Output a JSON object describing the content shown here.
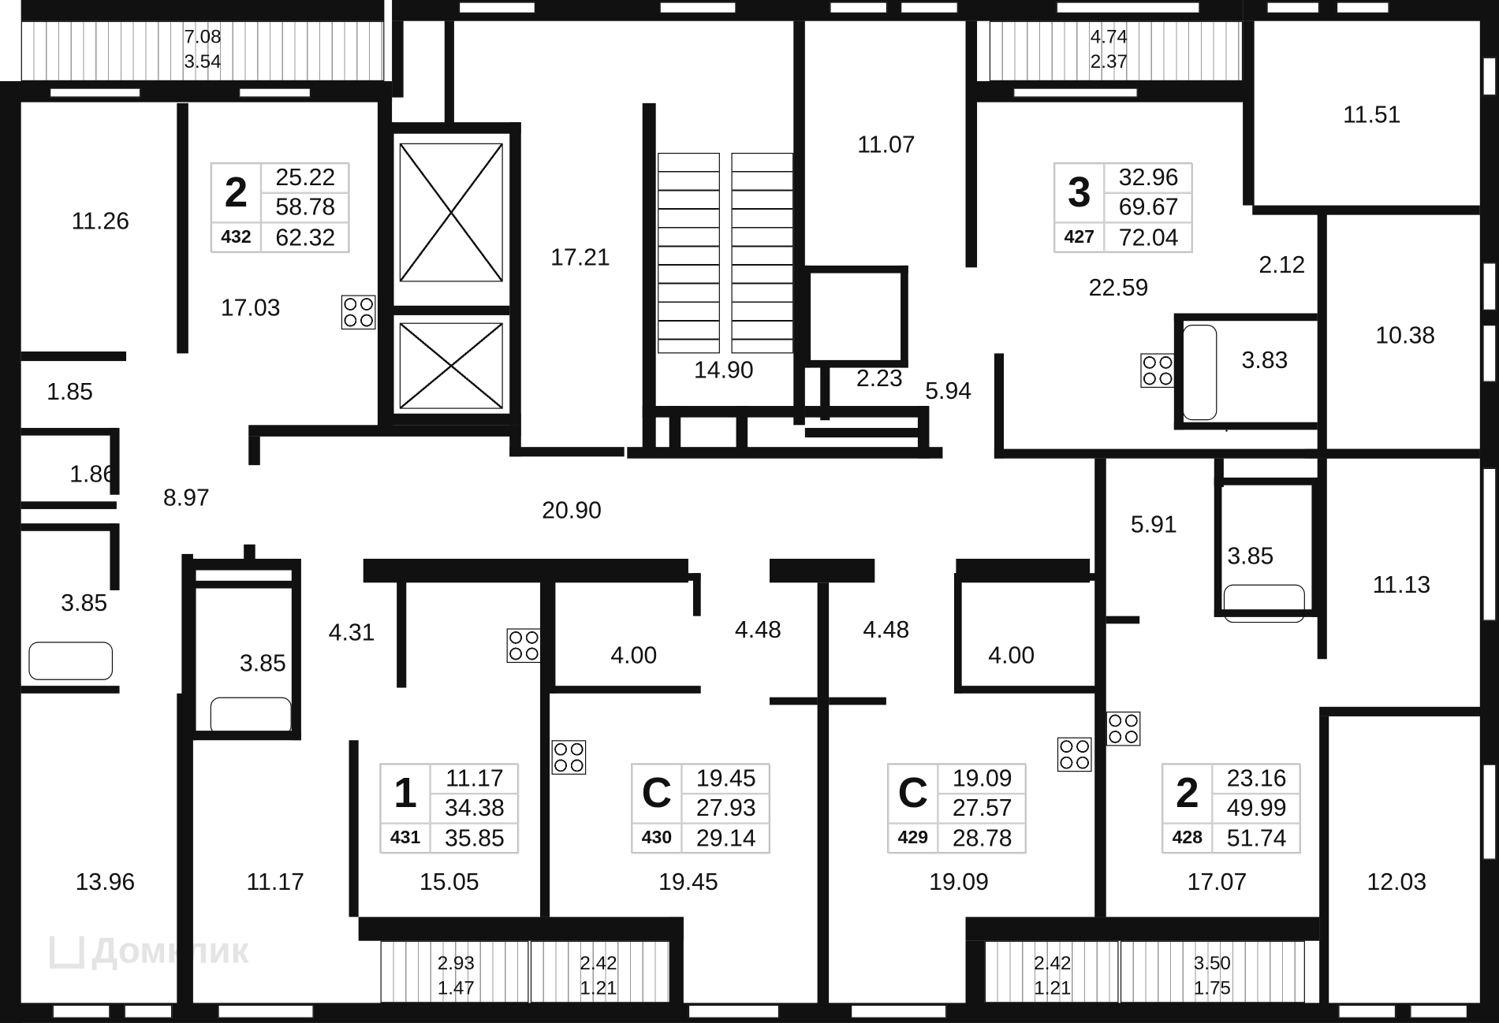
{
  "rooms": [
    {
      "label": "11.26"
    },
    {
      "label": "17.03"
    },
    {
      "label": "1.85"
    },
    {
      "label": "1.86"
    },
    {
      "label": "8.97"
    },
    {
      "label": "3.85"
    },
    {
      "label": "3.85"
    },
    {
      "label": "4.31"
    },
    {
      "label": "17.21"
    },
    {
      "label": "14.90"
    },
    {
      "label": "20.90"
    },
    {
      "label": "11.07"
    },
    {
      "label": "2.23"
    },
    {
      "label": "5.94"
    },
    {
      "label": "22.59"
    },
    {
      "label": "2.12"
    },
    {
      "label": "11.51"
    },
    {
      "label": "10.38"
    },
    {
      "label": "3.83"
    },
    {
      "label": "5.91"
    },
    {
      "label": "3.85"
    },
    {
      "label": "11.13"
    },
    {
      "label": "4.00"
    },
    {
      "label": "4.48"
    },
    {
      "label": "4.48"
    },
    {
      "label": "4.00"
    },
    {
      "label": "13.96"
    },
    {
      "label": "11.17"
    },
    {
      "label": "15.05"
    },
    {
      "label": "19.45"
    },
    {
      "label": "19.09"
    },
    {
      "label": "17.07"
    },
    {
      "label": "12.03"
    }
  ],
  "balconies": [
    {
      "total": "7.08",
      "reduced": "3.54"
    },
    {
      "total": "4.74",
      "reduced": "2.37"
    },
    {
      "total": "2.93",
      "reduced": "1.47"
    },
    {
      "total": "2.42",
      "reduced": "1.21"
    },
    {
      "total": "2.42",
      "reduced": "1.21"
    },
    {
      "total": "3.50",
      "reduced": "1.75"
    }
  ],
  "apartments": [
    {
      "number": "432",
      "rooms": "2",
      "living": "25.22",
      "total": "58.78",
      "total_with_balcony": "62.32"
    },
    {
      "number": "427",
      "rooms": "3",
      "living": "32.96",
      "total": "69.67",
      "total_with_balcony": "72.04"
    },
    {
      "number": "431",
      "rooms": "1",
      "living": "11.17",
      "total": "34.38",
      "total_with_balcony": "35.85"
    },
    {
      "number": "430",
      "rooms": "С",
      "living": "19.45",
      "total": "27.93",
      "total_with_balcony": "29.14"
    },
    {
      "number": "429",
      "rooms": "С",
      "living": "19.09",
      "total": "27.57",
      "total_with_balcony": "28.78"
    },
    {
      "number": "428",
      "rooms": "2",
      "living": "23.16",
      "total": "49.99",
      "total_with_balcony": "51.74"
    }
  ],
  "watermark": "Домклик"
}
